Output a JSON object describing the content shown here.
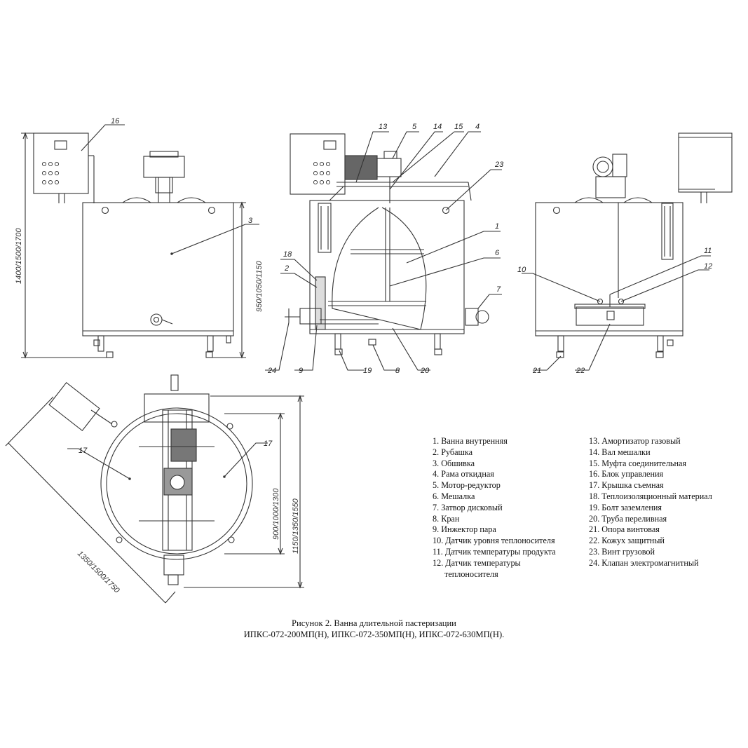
{
  "callouts": {
    "front": [
      "16",
      "3"
    ],
    "section": [
      "13",
      "5",
      "14",
      "15",
      "4",
      "23",
      "1",
      "6",
      "18",
      "2",
      "7",
      "24",
      "9",
      "19",
      "8",
      "20"
    ],
    "side": [
      "11",
      "10",
      "12",
      "21",
      "22"
    ],
    "top": [
      "17",
      "17"
    ]
  },
  "dimensions": {
    "height_overall": "1400/1500/1700",
    "height_tank": "950/1050/1150",
    "top_diagonal": "1350/1500/1750",
    "top_inner": "900/1000/1300",
    "top_outer": "1150/1350/1550"
  },
  "legend": {
    "left": [
      "1. Ванна внутренняя",
      "2. Рубашка",
      "3. Обшивка",
      "4. Рама откидная",
      "5. Мотор-редуктор",
      "6. Мешалка",
      "7. Затвор дисковый",
      "8. Кран",
      "9. Инжектор пара",
      "10. Датчик уровня теплоносителя",
      "11. Датчик температуры продукта",
      "12. Датчик температуры",
      "теплоносителя"
    ],
    "right": [
      "13. Амортизатор газовый",
      "14. Вал мешалки",
      "15. Муфта соединительная",
      "16. Блок управления",
      "17. Крышка съемная",
      "18. Теплоизоляционный материал",
      "19. Болт заземления",
      "20. Труба переливная",
      "21. Опора винтовая",
      "22. Кожух защитный",
      "23. Винт грузовой",
      "24. Клапан электромагнитный"
    ]
  },
  "caption": {
    "line1": "Рисунок 2. Ванна длительной пастеризации",
    "line2": "ИПКС-072-200МП(Н), ИПКС-072-350МП(Н), ИПКС-072-630МП(Н)."
  }
}
